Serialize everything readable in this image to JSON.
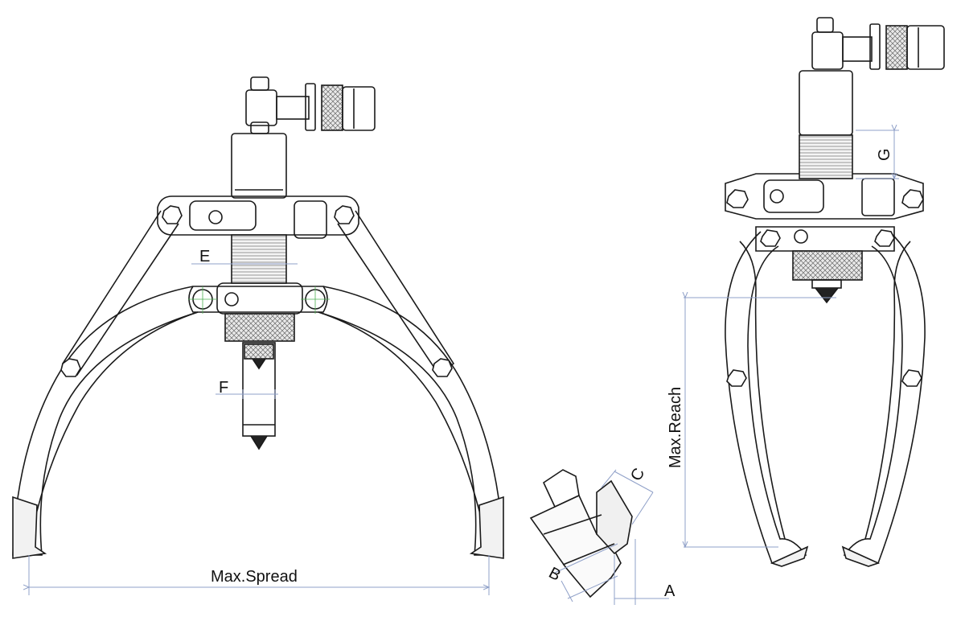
{
  "labels": {
    "max_spread": "Max.Spread",
    "max_reach": "Max.Reach",
    "e": "E",
    "f": "F",
    "g": "G",
    "a": "A",
    "b": "B",
    "c": "C"
  },
  "colors": {
    "line": "#1a1a1a",
    "dimension": "#8fa0c8",
    "hatch": "#555555",
    "centerline": "#4caf50"
  },
  "icons": {
    "view_left": "three-jaw-puller-front-view",
    "view_right": "three-jaw-puller-side-view",
    "detail": "jaw-tip-detail"
  }
}
